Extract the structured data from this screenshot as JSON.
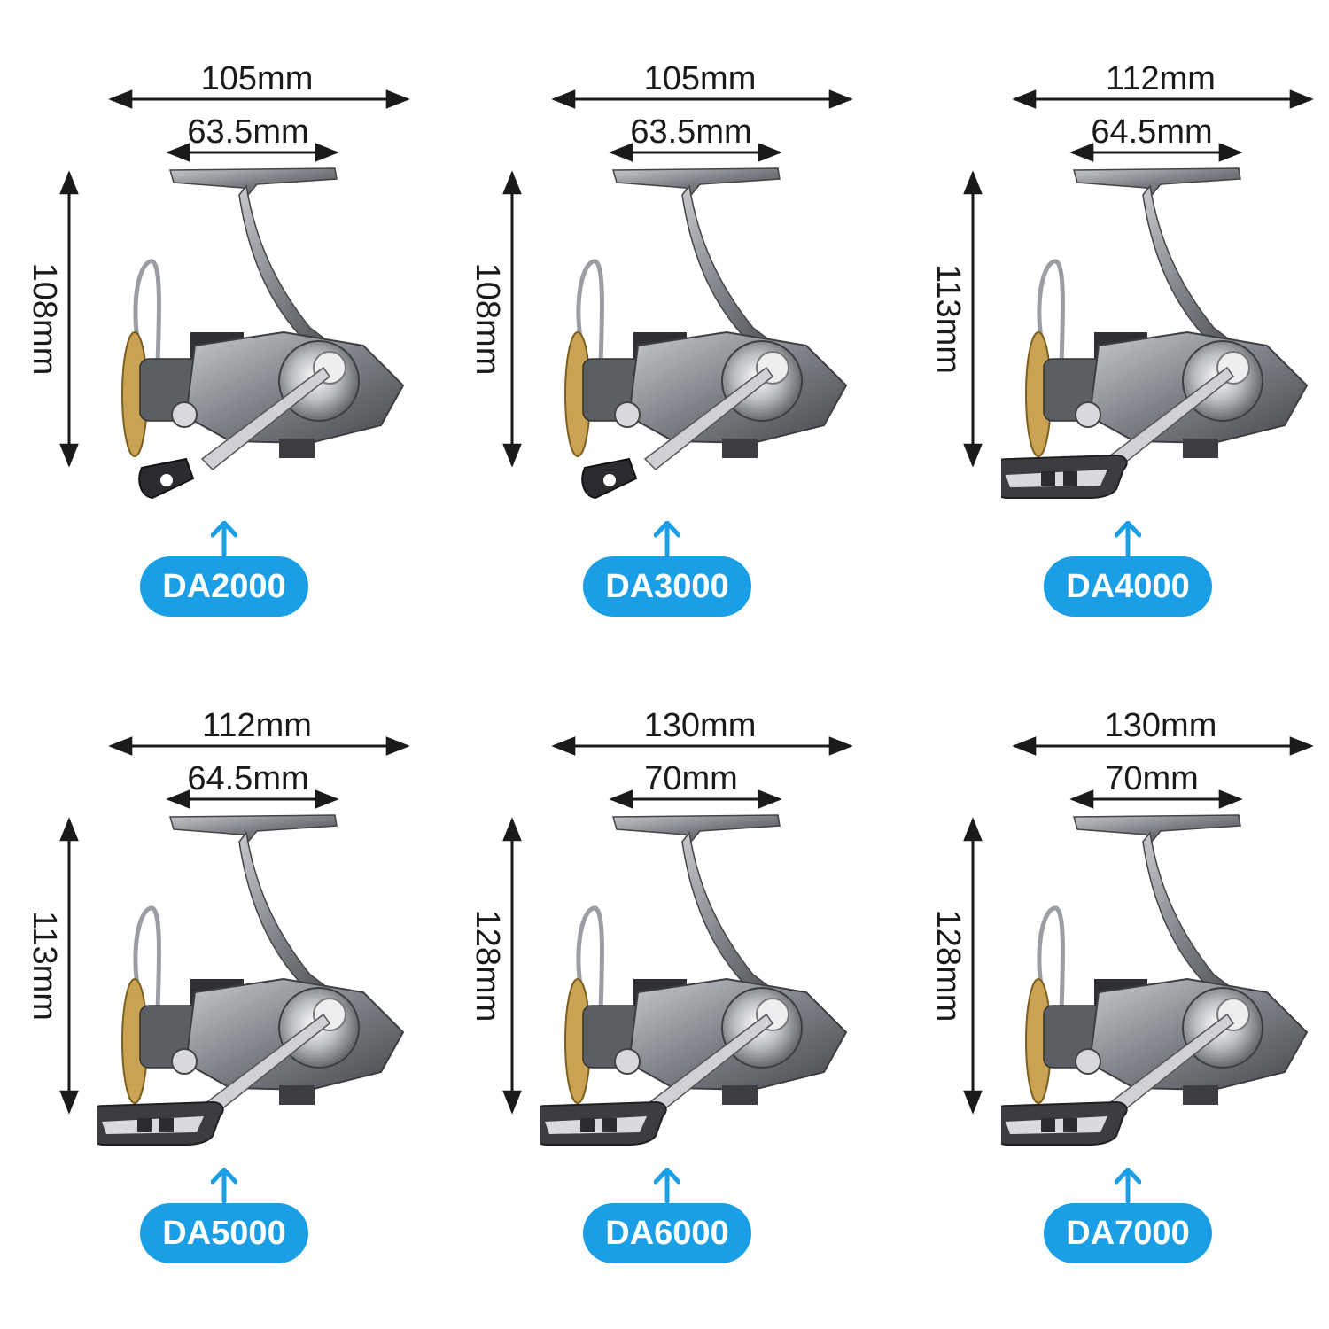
{
  "reels": [
    {
      "model": "DA2000",
      "width": "105mm",
      "handle_width": "63.5mm",
      "height": "108mm",
      "knob": "round"
    },
    {
      "model": "DA3000",
      "width": "105mm",
      "handle_width": "63.5mm",
      "height": "108mm",
      "knob": "round"
    },
    {
      "model": "DA4000",
      "width": "112mm",
      "handle_width": "64.5mm",
      "height": "113mm",
      "knob": "bar"
    },
    {
      "model": "DA5000",
      "width": "112mm",
      "handle_width": "64.5mm",
      "height": "113mm",
      "knob": "bar"
    },
    {
      "model": "DA6000",
      "width": "130mm",
      "handle_width": "70mm",
      "height": "128mm",
      "knob": "bar"
    },
    {
      "model": "DA7000",
      "width": "130mm",
      "handle_width": "70mm",
      "height": "128mm",
      "knob": "bar"
    }
  ],
  "colors": {
    "badge": "#1a9fe6",
    "arrow": "#1a9fe6",
    "metal": "#8a8d92",
    "gold": "#c9a253"
  }
}
